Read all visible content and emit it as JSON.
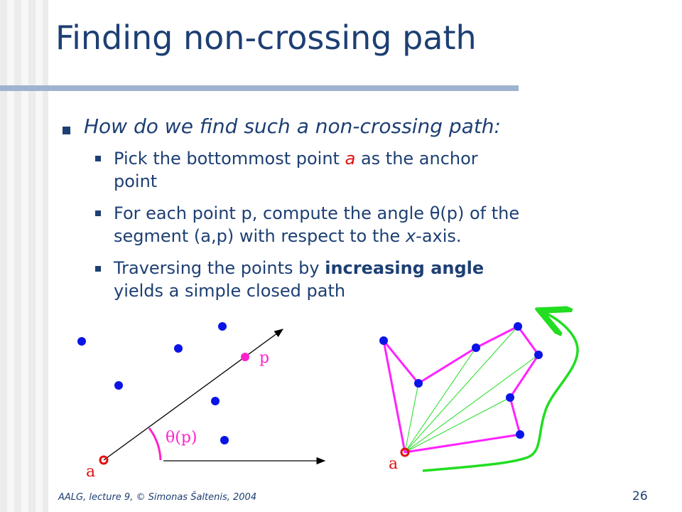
{
  "title": "Finding non-crossing path",
  "bullets": {
    "main": "How do we find such a non-crossing path:",
    "b1_pre": "Pick the bottommost point ",
    "b1_a": "a",
    "b1_post": " as the anchor",
    "b1_line2": "point",
    "b2_pre": "For each point p, compute the angle ",
    "b2_theta": "θ",
    "b2_post": "(p) of the",
    "b2_line2_pre": "segment (a,p) with respect to the ",
    "b2_x": "x",
    "b2_line2_post": "-axis.",
    "b3_pre": "Traversing the points by ",
    "b3_bold": "increasing angle",
    "b3_line2": "yields a simple closed path"
  },
  "figure_left": {
    "label_p": "p",
    "label_a": "a",
    "label_theta": "θ(p)"
  },
  "figure_right": {
    "label_a": "a"
  },
  "colors": {
    "title": "#1d3f73",
    "point": "#0a14e6",
    "highlight": "#ff22cc",
    "anchor": "#e01010",
    "path": "#ff22ff",
    "fan": "#22dd22",
    "arrow": "#22dd22"
  },
  "footer": "AALG, lecture 9, © Simonas Šaltenis, 2004",
  "page_number": "26"
}
